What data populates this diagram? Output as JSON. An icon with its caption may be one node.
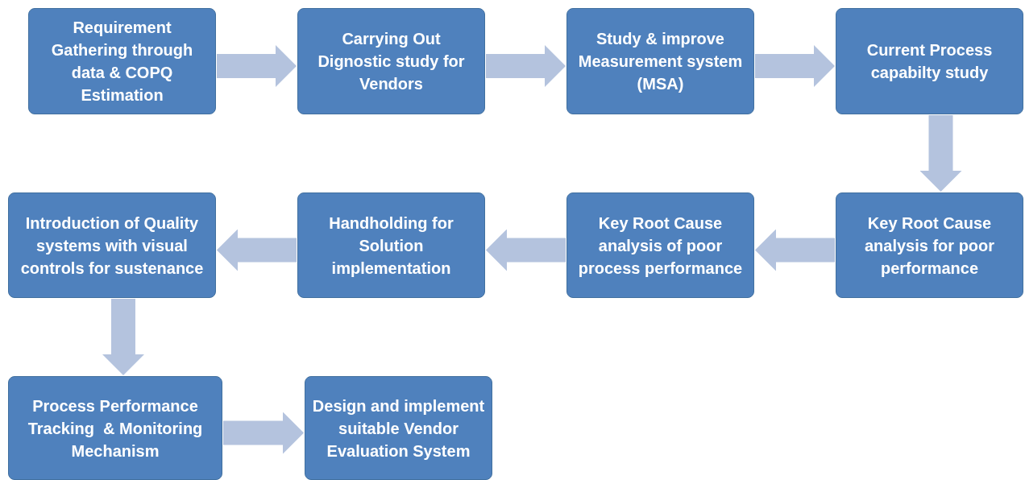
{
  "diagram": {
    "nodes": [
      {
        "text": [
          "Requirement Gathering through data & COPQ Estimation"
        ]
      },
      {
        "text": [
          "Carrying Out Dignostic study for Vendors"
        ]
      },
      {
        "text": [
          "Study & improve Measurement system (MSA)"
        ]
      },
      {
        "text": [
          "Current Process capabilty study"
        ]
      },
      {
        "text": [
          "Introduction of Quality systems with visual controls for sustenance"
        ]
      },
      {
        "text": [
          "Handholding for Solution implementation"
        ]
      },
      {
        "text": [
          "Key Root Cause analysis of poor process performance"
        ]
      },
      {
        "text": [
          "Key Root Cause analysis for poor performance"
        ]
      },
      {
        "text": [
          "Process Performance Tracking  & Monitoring Mechanism"
        ]
      },
      {
        "text": [
          "Design and implement suitable Vendor Evaluation System"
        ]
      }
    ],
    "edges": [
      {
        "from": 0,
        "to": 1,
        "arrow": "to"
      },
      {
        "from": 1,
        "to": 2,
        "arrow": "to"
      },
      {
        "from": 2,
        "to": 3,
        "arrow": "to"
      },
      {
        "from": 3,
        "to": 7,
        "arrow": "to"
      },
      {
        "from": 7,
        "to": 6,
        "arrow": "to"
      },
      {
        "from": 6,
        "to": 5,
        "arrow": "to"
      },
      {
        "from": 5,
        "to": 4,
        "arrow": "to"
      },
      {
        "from": 4,
        "to": 8,
        "arrow": "to"
      },
      {
        "from": 8,
        "to": 9,
        "arrow": "to"
      }
    ]
  }
}
